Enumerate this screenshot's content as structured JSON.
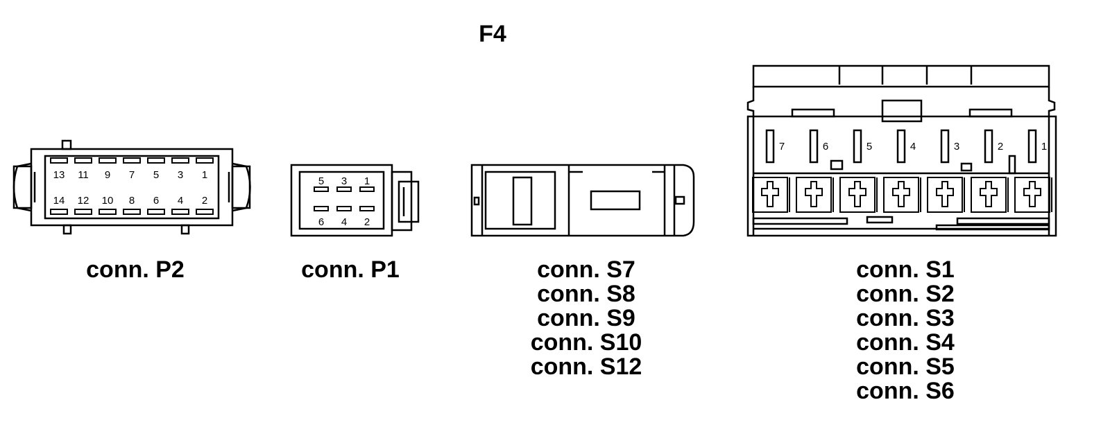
{
  "title": "F4",
  "connectors": {
    "p2": {
      "caption": "conn. P2",
      "pins_top": [
        "13",
        "11",
        "9",
        "7",
        "5",
        "3",
        "1"
      ],
      "pins_bottom": [
        "14",
        "12",
        "10",
        "8",
        "6",
        "4",
        "2"
      ]
    },
    "p1": {
      "caption": "conn. P1",
      "pins_top": [
        "5",
        "3",
        "1"
      ],
      "pins_bottom": [
        "6",
        "4",
        "2"
      ]
    },
    "s_small": {
      "captions": [
        "conn. S7",
        "conn. S8",
        "conn. S9",
        "conn. S10",
        "conn. S12"
      ]
    },
    "s_large": {
      "captions": [
        "conn. S1",
        "conn. S2",
        "conn. S3",
        "conn. S4",
        "conn. S5",
        "conn. S6"
      ],
      "pins": [
        "7",
        "6",
        "5",
        "4",
        "3",
        "2",
        "1"
      ]
    }
  }
}
